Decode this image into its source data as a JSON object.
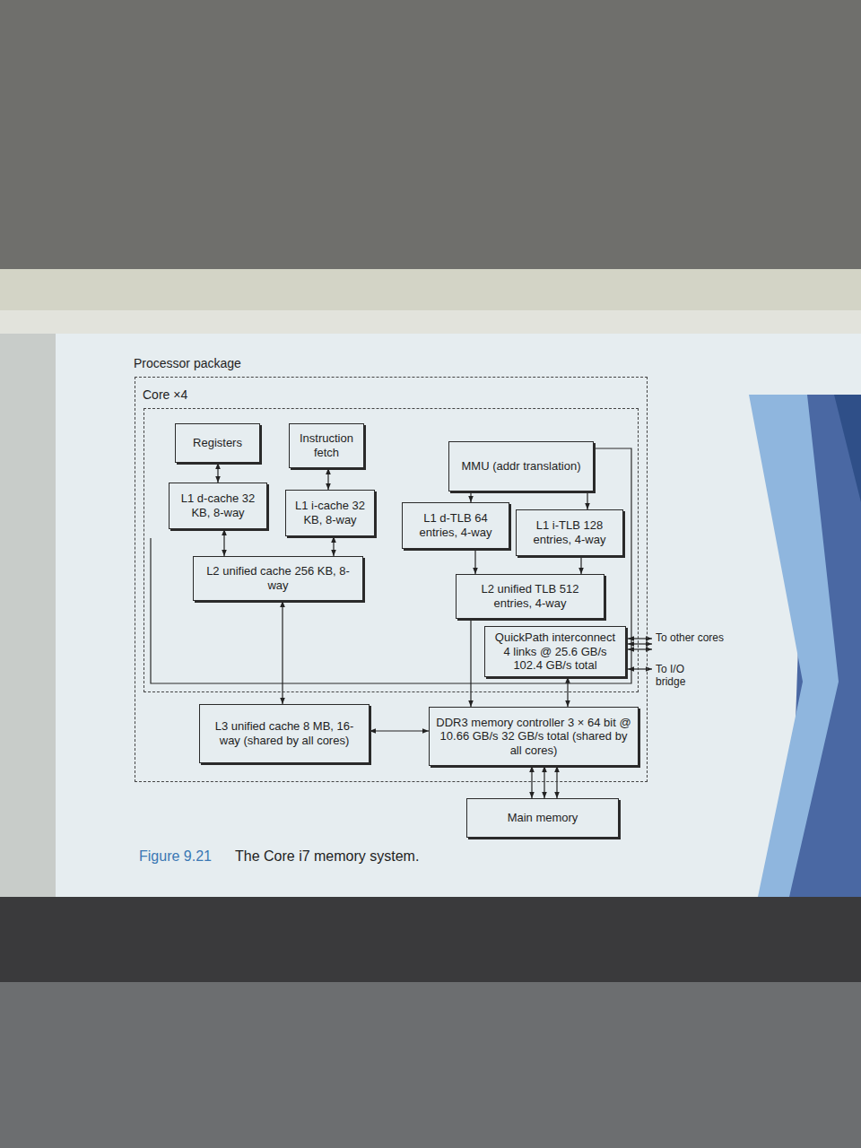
{
  "diagram": {
    "caption": "The Core i7 memory system.",
    "nodes": [
      {
        "text": [
          "Processor package"
        ]
      },
      {
        "text": [
          "Core ×4"
        ],
        "in": 0
      },
      {
        "text": [
          "Registers"
        ],
        "in": 1
      },
      {
        "text": [
          "Instruction fetch"
        ],
        "in": 1
      },
      {
        "text": [
          "MMU (addr translation)"
        ],
        "in": 1
      },
      {
        "text": [
          "L1 d-cache 32 KB, 8-way"
        ],
        "in": 1
      },
      {
        "text": [
          "L1 i-cache 32 KB, 8-way"
        ],
        "in": 1
      },
      {
        "text": [
          "L1 d-TLB 64 entries, 4-way"
        ],
        "in": 1
      },
      {
        "text": [
          "L1 i-TLB 128 entries, 4-way"
        ],
        "in": 1
      },
      {
        "text": [
          "L2 unified cache 256 KB, 8-way"
        ],
        "in": 1
      },
      {
        "text": [
          "L2 unified TLB 512 entries, 4-way"
        ],
        "in": 1
      },
      {
        "text": [
          "QuickPath interconnect 4 links @ 25.6 GB/s 102.4 GB/s total"
        ],
        "in": 1
      },
      {
        "text": [
          "L3 unified cache 8 MB, 16-way (shared by all cores)"
        ],
        "in": 0
      },
      {
        "text": [
          "DDR3 memory controller 3 × 64 bit @ 10.66 GB/s 32 GB/s total (shared by all cores)"
        ],
        "in": 0
      },
      {
        "text": [
          "Main memory"
        ]
      }
    ],
    "edges": [
      {
        "from": 2,
        "to": 5,
        "arrow": "both"
      },
      {
        "from": 3,
        "to": 6,
        "arrow": "both"
      },
      {
        "from": 5,
        "to": 9,
        "arrow": "both"
      },
      {
        "from": 6,
        "to": 9,
        "arrow": "both"
      },
      {
        "from": 4,
        "to": 7,
        "arrow": "to"
      },
      {
        "from": 4,
        "to": 8,
        "arrow": "to"
      },
      {
        "from": 7,
        "to": 10,
        "arrow": "to"
      },
      {
        "from": 8,
        "to": 10,
        "arrow": "to"
      },
      {
        "from": 9,
        "to": 12,
        "arrow": "both"
      },
      {
        "from": 10,
        "to": 13,
        "arrow": "to"
      },
      {
        "from": 11,
        "to": 13,
        "arrow": "both"
      },
      {
        "from": 12,
        "to": 13,
        "arrow": "both"
      },
      {
        "from": 13,
        "to": 14,
        "arrow": "both"
      },
      {
        "from": 13,
        "to": 14,
        "arrow": "both"
      },
      {
        "from": 13,
        "to": 14,
        "arrow": "both"
      }
    ],
    "labels": [
      "To other cores",
      "To I/O bridge",
      "Figure 9.21"
    ]
  }
}
